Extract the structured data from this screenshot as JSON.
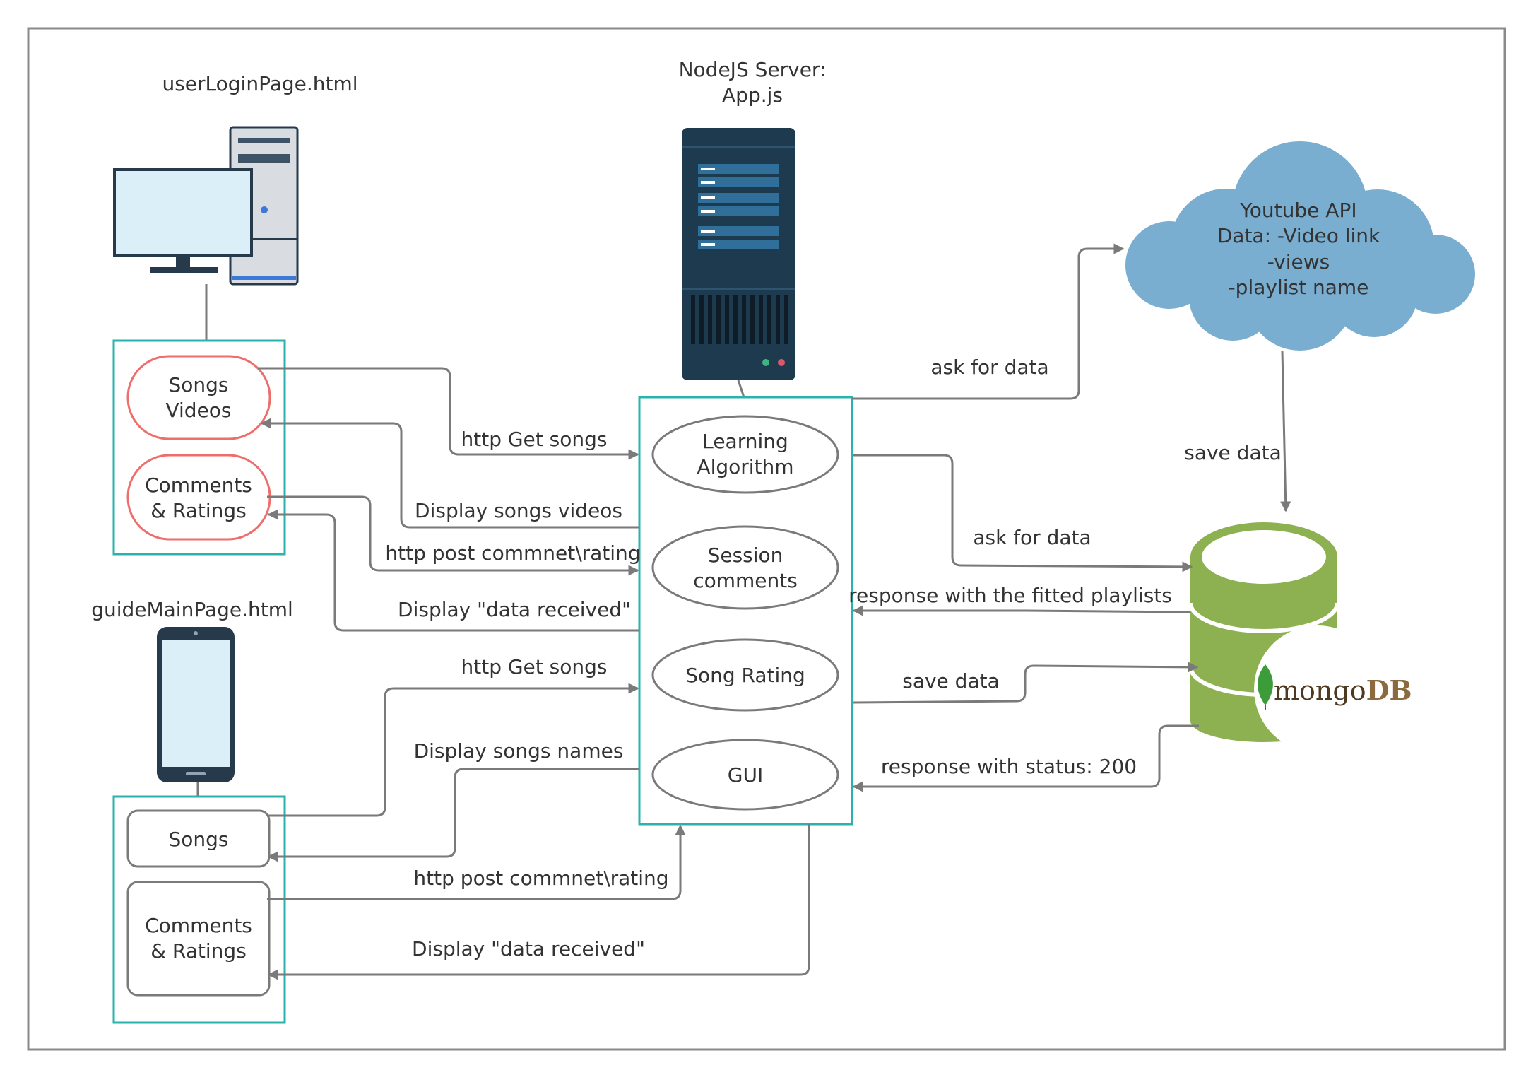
{
  "titles": {
    "user_page": "userLoginPage.html",
    "guide_page": "guideMainPage.html",
    "server_line1": "NodeJS Server:",
    "server_line2": "App.js"
  },
  "user_panel": {
    "box1_line1": "Songs",
    "box1_line2": "Videos",
    "box2_line1": "Comments",
    "box2_line2": "& Ratings"
  },
  "guide_panel": {
    "box1": "Songs",
    "box2_line1": "Comments",
    "box2_line2": "& Ratings"
  },
  "server_modules": {
    "m1_line1": "Learning",
    "m1_line2": "Algorithm",
    "m2_line1": "Session",
    "m2_line2": "comments",
    "m3": "Song Rating",
    "m4": "GUI"
  },
  "cloud": {
    "line1": "Youtube API",
    "line2": "Data: -Video link",
    "line3": "-views",
    "line4": "-playlist name"
  },
  "database": {
    "logo_part1": "mongo",
    "logo_part2": "DB"
  },
  "edges": {
    "user_get_songs": "http Get songs",
    "user_display_videos": "Display songs videos",
    "user_post_comment": "http post commnet\\rating",
    "user_display_received": "Display \"data received\"",
    "guide_get_songs": "http Get songs",
    "guide_display_names": "Display songs names",
    "guide_post_comment": "http post commnet\\rating",
    "guide_display_received": "Display \"data received\"",
    "ask_youtube": "ask for data",
    "save_to_db": "save data",
    "ask_db": "ask for data",
    "response_playlists": "response with the fitted playlists",
    "save_data": "save data",
    "response_status": "response with status: 200"
  },
  "colors": {
    "teal_border": "#2ab3ad",
    "salmon_border": "#ee6e6e",
    "gray_line": "#7a7a7a",
    "cloud_fill": "#7aaed0",
    "db_green": "#8db051",
    "server_dark": "#1d3a4e",
    "monitor_screen": "#dbeff8"
  }
}
